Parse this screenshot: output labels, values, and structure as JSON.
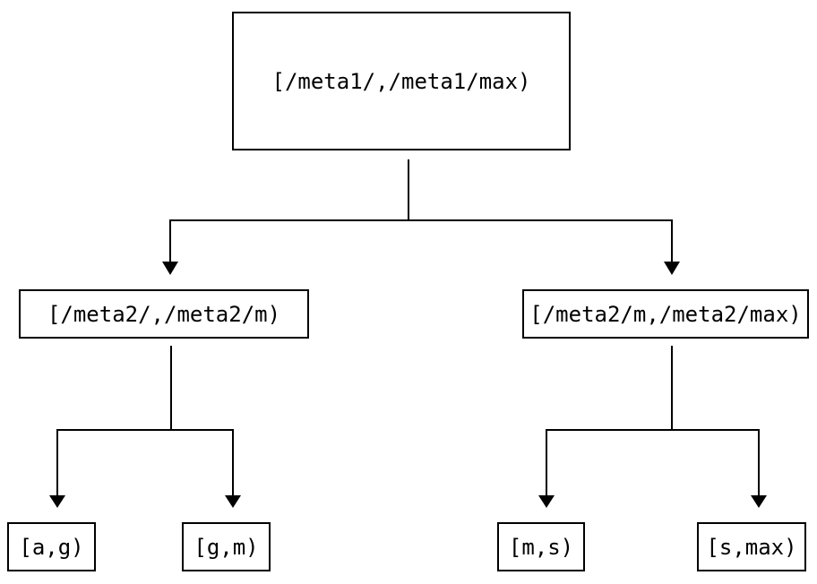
{
  "colors": {
    "background": "#ffffff",
    "line": "#000000",
    "text": "#000000",
    "node_fill": "#ffffff"
  },
  "tree": {
    "root": {
      "label": "[/meta1/,/meta1/max)"
    },
    "children": [
      {
        "label": "[/meta2/,/meta2/m)",
        "children": [
          {
            "label": "[a,g)"
          },
          {
            "label": "[g,m)"
          }
        ]
      },
      {
        "label": "[/meta2/m,/meta2/max)",
        "children": [
          {
            "label": "[m,s)"
          },
          {
            "label": "[s,max)"
          }
        ]
      }
    ]
  }
}
